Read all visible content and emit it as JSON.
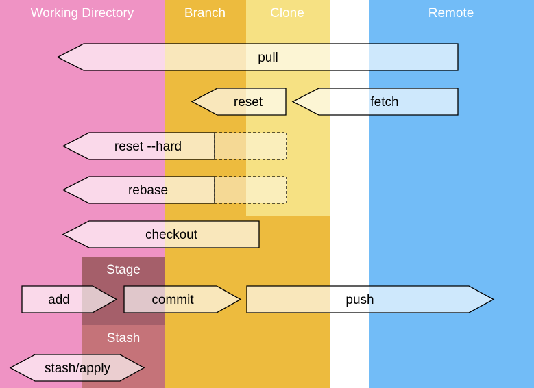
{
  "columns": {
    "working_directory": "Working Directory",
    "branch": "Branch",
    "clone": "Clone",
    "remote": "Remote"
  },
  "regions": {
    "stage": "Stage",
    "stash": "Stash"
  },
  "commands": {
    "pull": "pull",
    "reset": "reset",
    "fetch": "fetch",
    "reset_hard": "reset --hard",
    "rebase": "rebase",
    "checkout": "checkout",
    "add": "add",
    "commit": "commit",
    "push": "push",
    "stash_apply": "stash/apply"
  },
  "colors": {
    "working_directory": "#ef93c4",
    "branch": "#edbb3e",
    "clone": "#f6e183",
    "remote": "#72bcf7",
    "stage": "#a55f6a",
    "stash": "#c57379"
  }
}
